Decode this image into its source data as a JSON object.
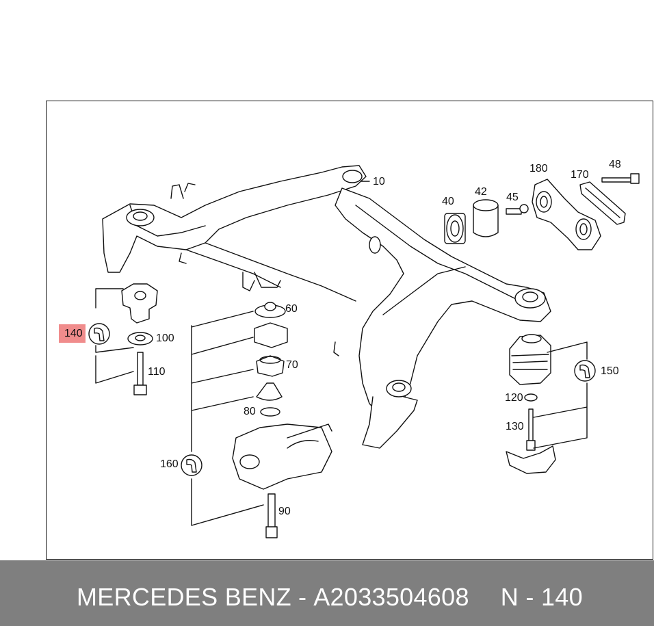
{
  "callouts": {
    "c10": "10",
    "c40": "40",
    "c42": "42",
    "c45": "45",
    "c180": "180",
    "c170": "170",
    "c48": "48",
    "c60": "60",
    "c70": "70",
    "c80": "80",
    "c90": "90",
    "c100": "100",
    "c110": "110",
    "c120": "120",
    "c130": "130",
    "c140": "140",
    "c150": "150",
    "c160": "160"
  },
  "footer": {
    "brand": "MERCEDES BENZ",
    "separator": "-",
    "part_number": "A2033504608",
    "position_code": "N - 140"
  },
  "colors": {
    "footer_bg": "#7f7f7f",
    "highlight": "#f08c8c",
    "line": "#111111"
  },
  "icons": [
    "wrench-icon"
  ]
}
